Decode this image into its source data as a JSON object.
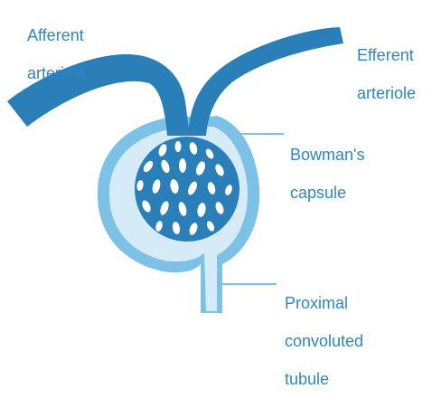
{
  "labels": {
    "afferent_arteriole": [
      "Afferent",
      "arteriole"
    ],
    "efferent_arteriole": [
      "Efferent",
      "arteriole"
    ],
    "bowmans_capsule": [
      "Bowman's",
      "capsule"
    ],
    "proximal_convoluted_tubule": [
      "Proximal",
      "convoluted",
      "tubule"
    ]
  },
  "colors": {
    "vessel": "#2b7fb8",
    "capsule_outer": "#7ec1e7",
    "capsule_inner": "#d5ebf8",
    "capillary_holes": "#ffffff",
    "label_text": "#2f86c2",
    "leader_line": "#7ec1e7"
  }
}
